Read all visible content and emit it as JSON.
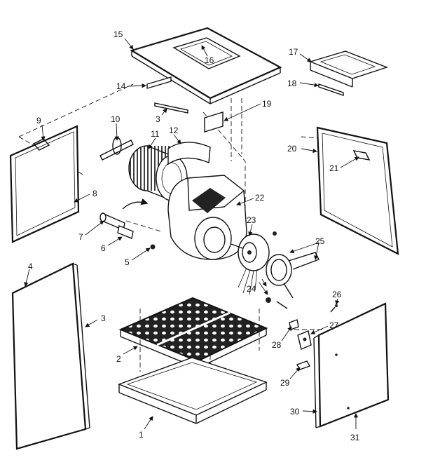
{
  "callouts": [
    "1",
    "2",
    "3",
    "3",
    "4",
    "5",
    "6",
    "7",
    "8",
    "9",
    "10",
    "11",
    "12",
    "14",
    "15",
    "16",
    "17",
    "18",
    "19",
    "20",
    "21",
    "22",
    "23",
    "24",
    "25",
    "26",
    "27",
    "28",
    "29",
    "30",
    "31"
  ]
}
